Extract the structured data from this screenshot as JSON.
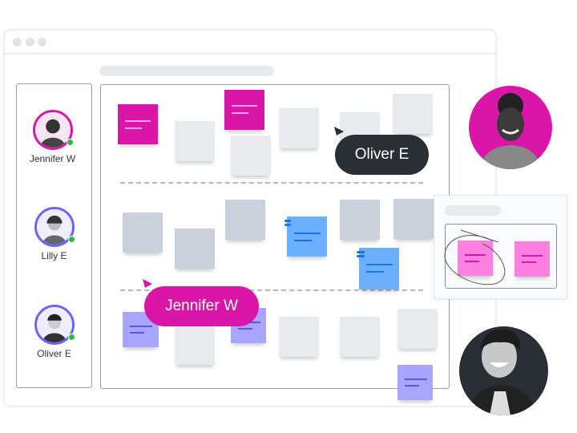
{
  "collaborators": [
    {
      "name": "Jennifer W",
      "ring": "#d916a8",
      "status": "online"
    },
    {
      "name": "Lilly E",
      "ring": "#6c63ff",
      "status": "online"
    },
    {
      "name": "Oliver E",
      "ring": "#6c63ff",
      "status": "online"
    }
  ],
  "cursors": {
    "oliver": "Oliver E",
    "jennifer": "Jennifer W"
  },
  "colors": {
    "accent_pink": "#d916a8",
    "dark": "#2a2f36",
    "blue": "#6aaefc",
    "purple": "#a7a5fd"
  }
}
